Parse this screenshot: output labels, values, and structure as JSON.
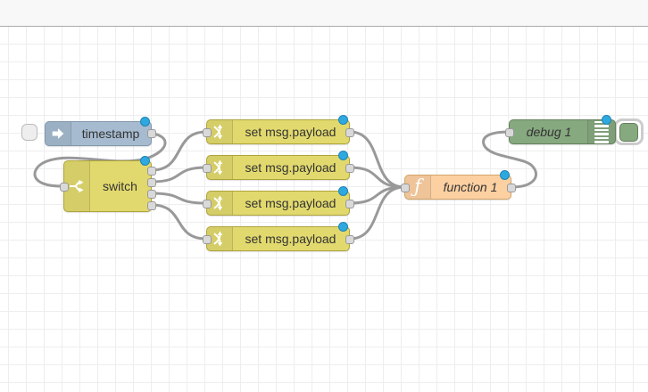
{
  "flow": {
    "nodes": {
      "inject": {
        "label": "timestamp",
        "color": "#a6bbcf",
        "border": "#8398ad"
      },
      "switch": {
        "label": "switch",
        "color": "#e2d96e",
        "border": "#aea33c"
      },
      "change1": {
        "label": "set msg.payload",
        "color": "#e2d96e",
        "border": "#aea33c"
      },
      "change2": {
        "label": "set msg.payload",
        "color": "#e2d96e",
        "border": "#aea33c"
      },
      "change3": {
        "label": "set msg.payload",
        "color": "#e2d96e",
        "border": "#aea33c"
      },
      "change4": {
        "label": "set msg.payload",
        "color": "#e2d96e",
        "border": "#aea33c"
      },
      "function": {
        "label": "function 1",
        "color": "#fdd0a2",
        "border": "#d2a469"
      },
      "debug": {
        "label": "debug 1",
        "color": "#87a980",
        "border": "#63805a"
      }
    },
    "icons": {
      "function_glyph": "ƒ"
    },
    "style": {
      "wire_color": "#999999",
      "port_fill": "#d9d9d9",
      "port_border": "#999999",
      "changed_badge_color": "#2ea9e0",
      "grid_color": "#eeeeee",
      "header_strip_color": "#f8f8f8"
    }
  }
}
